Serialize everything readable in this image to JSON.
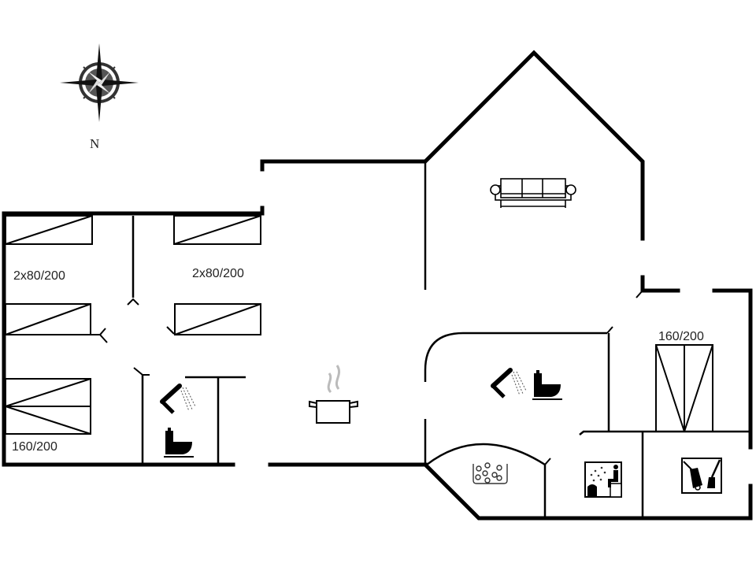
{
  "compass": {
    "north_label": "N"
  },
  "rooms": {
    "bedroom_nw": {
      "bed_label": "2x80/200"
    },
    "bedroom_ne": {
      "bed_label": "2x80/200"
    },
    "bedroom_sw": {
      "bed_label": "160/200"
    },
    "bedroom_e": {
      "bed_label": "160/200"
    }
  },
  "icons": {
    "compass": "compass-rose-icon",
    "sofa": "sofa-icon",
    "kitchen": "cooking-pot-icon",
    "bath_left": [
      "shower-icon",
      "toilet-icon"
    ],
    "bath_right": [
      "shower-icon",
      "toilet-icon"
    ],
    "spa": "whirlpool-icon",
    "sauna": "sauna-icon",
    "utility": "washing-machine-vacuum-icon"
  },
  "colors": {
    "walls": "#000000",
    "background": "#ffffff",
    "steam": "#bbbbbb"
  }
}
